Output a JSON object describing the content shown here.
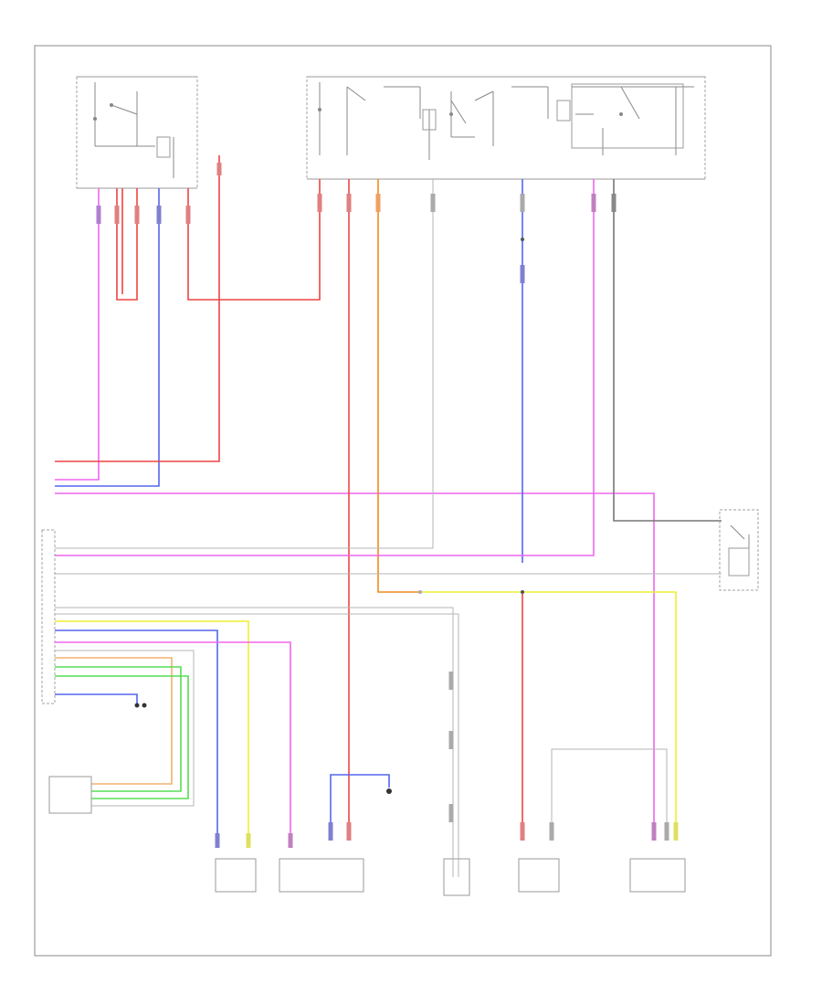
{
  "diagram": {
    "footer_code": "",
    "colors": {
      "pink": "#ee66ee",
      "red": "#ee4444",
      "blue": "#5566ee",
      "grey": "#777777",
      "light": "#cccccc",
      "orange": "#f08a1e",
      "yellow": "#eeee33",
      "green": "#55dd55",
      "light_orange": "#f0b070"
    },
    "components": [
      {
        "id": "fuse-box-left",
        "label": ""
      },
      {
        "id": "fuse-box-right",
        "label": ""
      },
      {
        "id": "control-module-left",
        "label": ""
      },
      {
        "id": "relay-right",
        "label": ""
      },
      {
        "id": "sensor-left",
        "label": ""
      },
      {
        "id": "bottom-1",
        "label": ""
      },
      {
        "id": "bottom-2",
        "label": ""
      },
      {
        "id": "bottom-3",
        "label": ""
      },
      {
        "id": "bottom-4",
        "label": ""
      },
      {
        "id": "bottom-5",
        "label": ""
      }
    ]
  }
}
